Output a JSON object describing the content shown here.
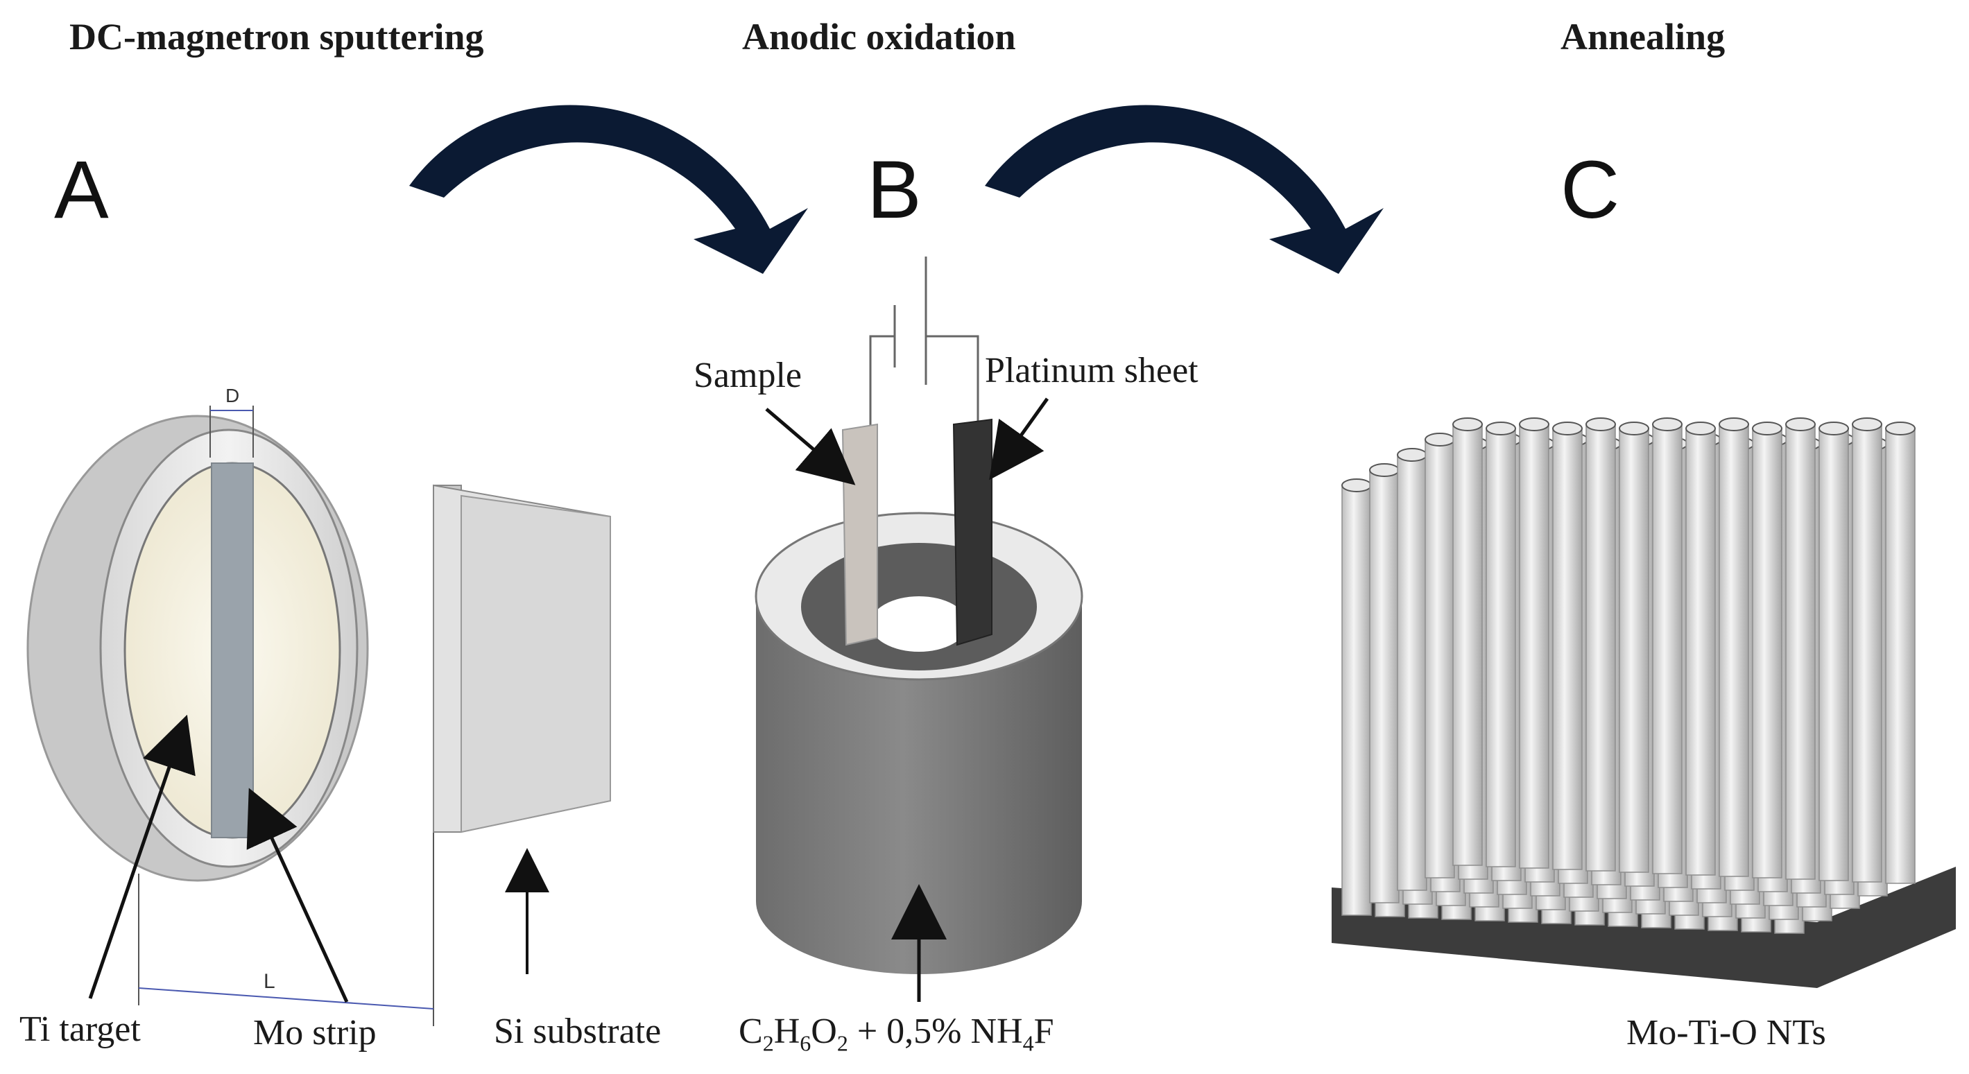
{
  "stages": {
    "sputtering": "DC-magnetron sputtering",
    "anodic": "Anodic oxidation",
    "annealing": "Annealing"
  },
  "panels": {
    "a": "A",
    "b": "B",
    "c": "C"
  },
  "labels": {
    "ti_target": "Ti target",
    "mo_strip": "Mo strip",
    "si_substrate": "Si substrate",
    "sample": "Sample",
    "platinum_sheet": "Platinum sheet",
    "electrolyte_main": "C",
    "electrolyte_sub1": "2",
    "electrolyte_h": "H",
    "electrolyte_sub2": "6",
    "electrolyte_o": "O",
    "electrolyte_sub3": "2",
    "electrolyte_plus": " + 0,5% NH",
    "electrolyte_sub4": "4",
    "electrolyte_f": "F",
    "nts": "Mo-Ti-O NTs",
    "dim_d": "D",
    "dim_l": "L"
  },
  "colors": {
    "arrow": "#0b1a33",
    "cylinder": "#7a7a7a",
    "platinum": "#333333",
    "sample": "#c9c3bd",
    "mo_strip": "#9aa3ab"
  }
}
